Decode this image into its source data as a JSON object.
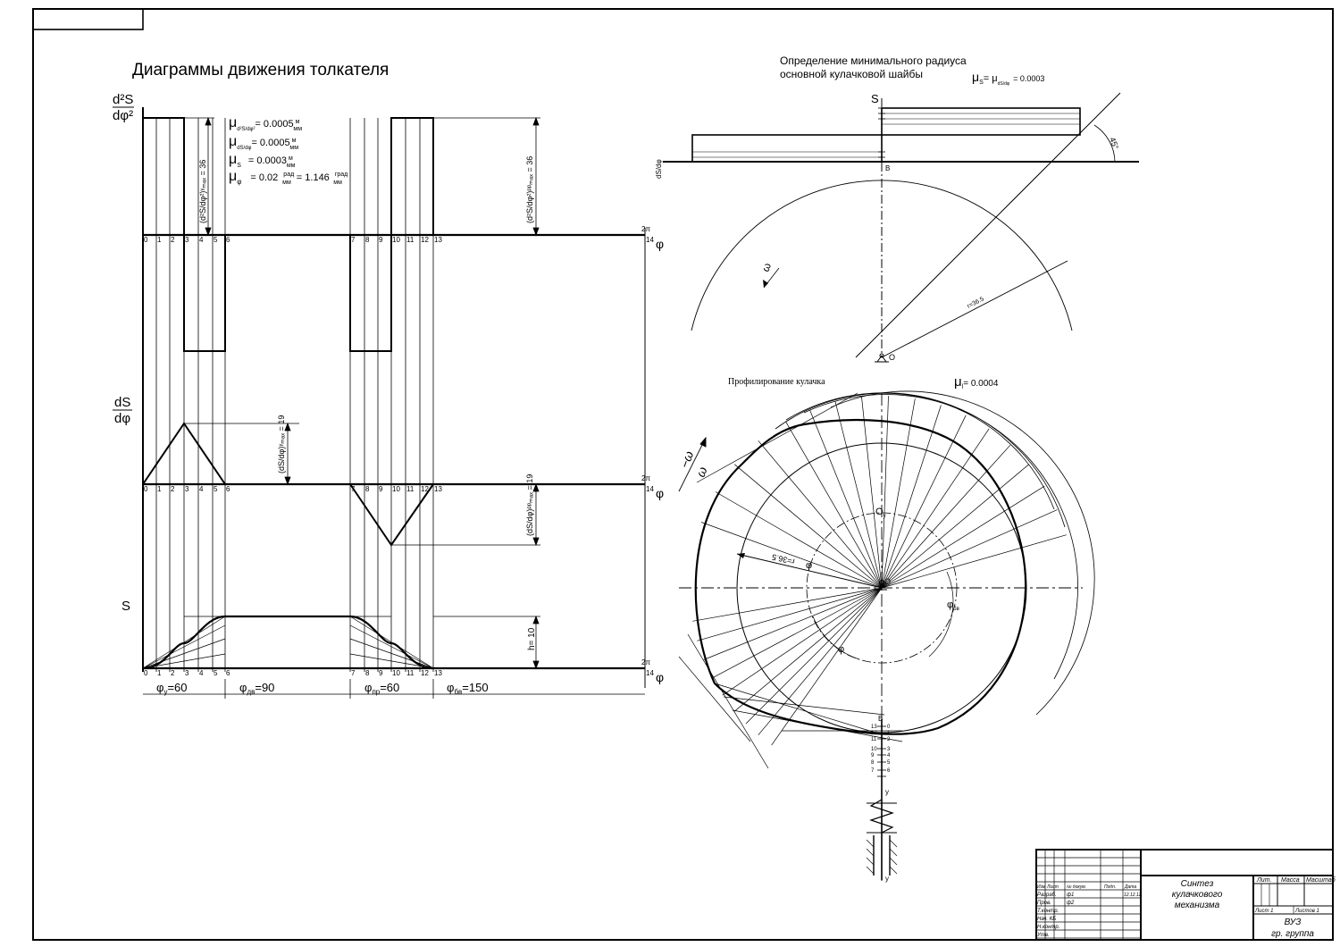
{
  "motion_title": "Диаграммы движения толкателя",
  "axes": {
    "accel_label_top": "d²S",
    "accel_label_bottom": "dφ²",
    "vel_label_top": "dS",
    "vel_label_bottom": "dφ",
    "disp_label": "S",
    "phi": "φ",
    "two_pi": "2π",
    "point_numbers": [
      "0",
      "1",
      "2",
      "3",
      "4",
      "5",
      "6",
      "7",
      "8",
      "9",
      "10",
      "11",
      "12",
      "13",
      "14"
    ]
  },
  "scales": {
    "mu_a": "μ",
    "mu_a_sub": "d²S/dφ²",
    "mu_a_val": "= 0.0005",
    "mu_v": "μ",
    "mu_v_sub": "dS/dφ",
    "mu_v_val": "= 0.0005",
    "mu_s": "μ",
    "mu_s_sub": "S",
    "mu_s_val": "= 0.0003",
    "unit_num": "м",
    "unit_den": "мм",
    "mu_phi": "μ",
    "mu_phi_sub": "φ",
    "mu_phi_val": "= 0.02",
    "rad_num": "рад",
    "rad_den": "мм",
    "mu_phi_eq": "= 1.146",
    "deg_num": "град",
    "deg_den": "мм"
  },
  "dims": {
    "accel_up": "(d²S/dφ²)ᵞₘₐₓ = 36",
    "accel_ret": "(d²S/dφ²)ᵖᵖₘₐₓ = 36",
    "vel_up": "(dS/dφ)ᵞₘₐₓ = 19",
    "vel_ret": "(dS/dφ)ᵖᵖₘₐₓ = 19",
    "h": "h= 10"
  },
  "phases": {
    "up": "φ",
    "up_sub": "у",
    "up_val": "=60",
    "dwell": "φ",
    "dwell_sub": "дв",
    "dwell_val": "=90",
    "ret": "φ",
    "ret_sub": "пр",
    "ret_val": "=60",
    "near": "φ",
    "near_sub": "бв",
    "near_val": "=150"
  },
  "rmin": {
    "title_line1": "Определение минимального радиуса",
    "title_line2": "основной кулачковой шайбы",
    "mu": "μ",
    "mu_sub": "S",
    "mu_eq": "= μ",
    "mu_sub2": "dS/dφ",
    "mu_val": "= 0.0003",
    "S": "S",
    "axis_left": "dS/dφ",
    "angle": "45°",
    "omega": "ω",
    "radius": "r=36.5",
    "pt_B": "B",
    "pt_O": "O"
  },
  "profile": {
    "title": "Профилирование кулачка",
    "mu": "μ",
    "mu_sub": "l",
    "mu_val": "= 0.0004",
    "omega": "ω",
    "omega_neg": "−ω",
    "radius": "r=36.5",
    "O": "O",
    "Ou": "O",
    "phi": "φ",
    "phi_u": "φ",
    "phi_bv": "φ",
    "B": "B",
    "y": "у",
    "ticks_left": [
      "13",
      "12",
      "11",
      "10",
      "9",
      "8",
      "7"
    ],
    "ticks_right": [
      "0",
      "1",
      "2",
      "3",
      "4",
      "5",
      "6"
    ]
  },
  "titleblock": {
    "doc_title_1": "Синтез",
    "doc_title_2": "кулачкового",
    "doc_title_3": "механизма",
    "hdr": [
      "Изм",
      "Лист",
      "№ докум.",
      "Подп.",
      "Дата"
    ],
    "rows": [
      "Разраб.",
      "Пров.",
      "Т.контр.",
      "Нач. КБ",
      "Н.контр.",
      "Утв."
    ],
    "row_vals": [
      "ф1",
      "ф2"
    ],
    "date": "12.12.12",
    "lit": "Лит.",
    "mass": "Масса",
    "scale": "Масштаб",
    "sheet": "Лист 1",
    "sheets": "Листов 1",
    "org_1": "ВУЗ",
    "org_2": "гр. группа"
  }
}
